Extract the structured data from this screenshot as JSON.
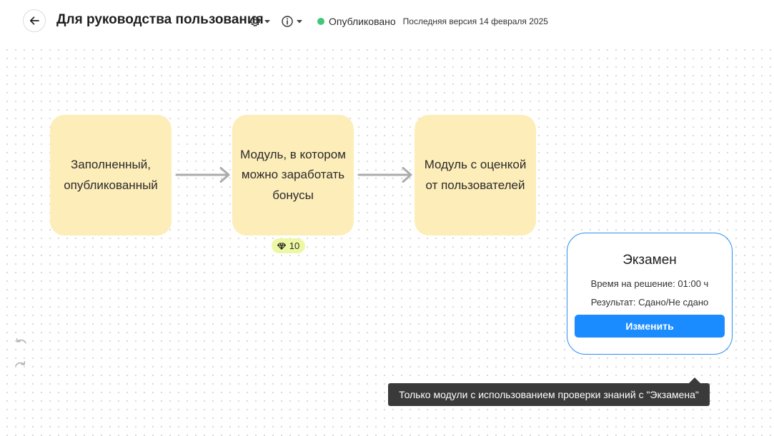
{
  "header": {
    "title": "Для руководства пользования",
    "status_label": "Опубликовано",
    "version_text": "Последняя версия 14 февраля 2025",
    "icons": [
      "arrow-left-icon",
      "gear-icon",
      "info-icon",
      "chevron-down-icon"
    ]
  },
  "modules": [
    {
      "label": "Заполненный, опубликованный"
    },
    {
      "label": "Модуль, в котором можно заработать бонусы",
      "bonus": "10"
    },
    {
      "label": "Модуль с оценкой от пользователей"
    }
  ],
  "exam": {
    "title": "Экзамен",
    "time_line": "Время на решение: 01:00 ч",
    "result_line": "Результат: Сдано/Не сдано",
    "button_label": "Изменить"
  },
  "tooltip": {
    "text": "Только модули с использованием проверки знаний с  \"Экзамена\""
  },
  "colors": {
    "module_bg": "#fdedb9",
    "accent": "#1a8cff",
    "status": "#3ec87a",
    "badge_bg": "#eef8a4"
  }
}
